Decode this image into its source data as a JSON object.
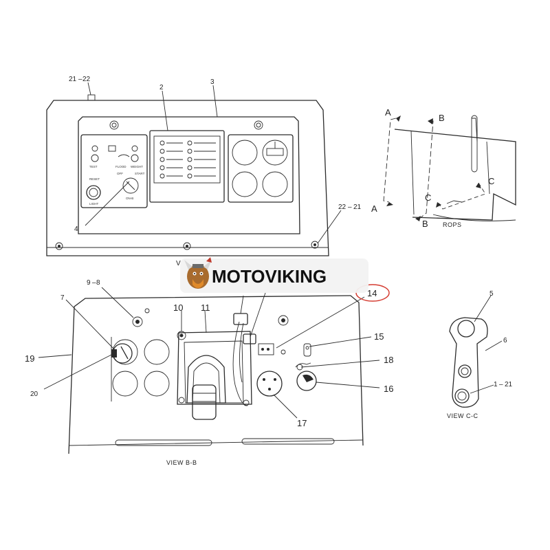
{
  "watermark": {
    "brand": "MOTOVIKING"
  },
  "top_panel": {
    "callouts": {
      "c21_22": "21",
      "c21_22b": "22",
      "c2": "2",
      "c3": "3",
      "c4": "4",
      "c22_21": "22",
      "c22_21b": "21"
    },
    "switch_labels": {
      "test": "TEST",
      "flood": "FLOOD",
      "weight": "WEIGHT",
      "off": "OFF",
      "start": "START",
      "reset": "RESET",
      "light": "LIGHT",
      "key": "ON-B"
    }
  },
  "rops_view": {
    "labels": {
      "a_top": "A",
      "b_top": "B",
      "a_bottom": "A",
      "b_bottom": "B",
      "c_right": "C",
      "c_left": "C",
      "rops": "ROPS"
    }
  },
  "view_bb": {
    "title": "VIEW  B-B",
    "marker": "V",
    "callouts": {
      "c9": "9",
      "c8": "8",
      "c7": "7",
      "c10": "10",
      "c11": "11",
      "c14": "14",
      "c15": "15",
      "c18": "18",
      "c16": "16",
      "c17": "17",
      "c19": "19",
      "c20": "20"
    }
  },
  "view_cc": {
    "title": "VIEW  C-C",
    "callouts": {
      "c5": "5",
      "c6": "6",
      "c1_21a": "1",
      "c1_21b": "21"
    }
  }
}
